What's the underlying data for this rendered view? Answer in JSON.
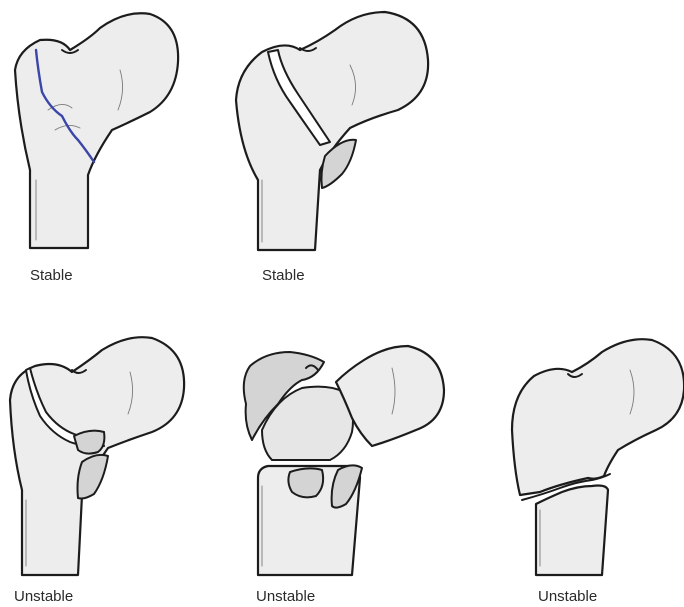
{
  "captions": {
    "panel_1": "Stable",
    "panel_2": "Stable",
    "panel_3": "Unstable",
    "panel_4": "Unstable",
    "panel_5": "Unstable"
  },
  "colors": {
    "bone_fill": "#ededed",
    "outline": "#1c1c1c",
    "fragment_fill": "#d4d4d4",
    "fracture_line_blue": "#3a46a8"
  }
}
